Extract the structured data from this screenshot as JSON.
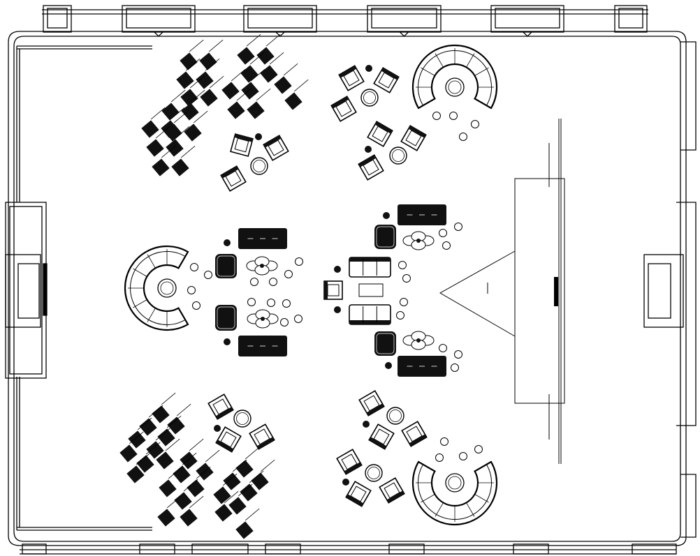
{
  "title": "",
  "colors": {
    "line": "#000000",
    "background": "#ffffff",
    "fill": "#111111",
    "hatch": "#ffffff"
  },
  "zones": [
    {
      "name": "workstation-cluster",
      "position": "top-left",
      "desks": 26
    },
    {
      "name": "lounge-group",
      "position": "top-left",
      "armchairs": 3,
      "side_tables": 1
    },
    {
      "name": "lounge-group",
      "position": "top-center",
      "armchairs": 3,
      "side_tables": 2
    },
    {
      "name": "lounge-group",
      "position": "upper-center",
      "armchairs": 3,
      "side_tables": 1
    },
    {
      "name": "curved-booth",
      "position": "top-right",
      "seats": 6
    },
    {
      "name": "curved-booth",
      "position": "left",
      "seats": 6
    },
    {
      "name": "sofa-seating",
      "position": "center",
      "sofas": 2,
      "coffee_tables": 1
    },
    {
      "name": "curved-booth",
      "position": "bottom-right",
      "seats": 6
    },
    {
      "name": "workstation-cluster",
      "position": "bottom-left",
      "desks": 26
    },
    {
      "name": "lounge-group",
      "position": "bottom-center",
      "armchairs": 3,
      "side_tables": 2
    },
    {
      "name": "lounge-group",
      "position": "bottom-left",
      "armchairs": 3,
      "side_tables": 1
    },
    {
      "name": "stage-platform",
      "position": "right"
    }
  ]
}
